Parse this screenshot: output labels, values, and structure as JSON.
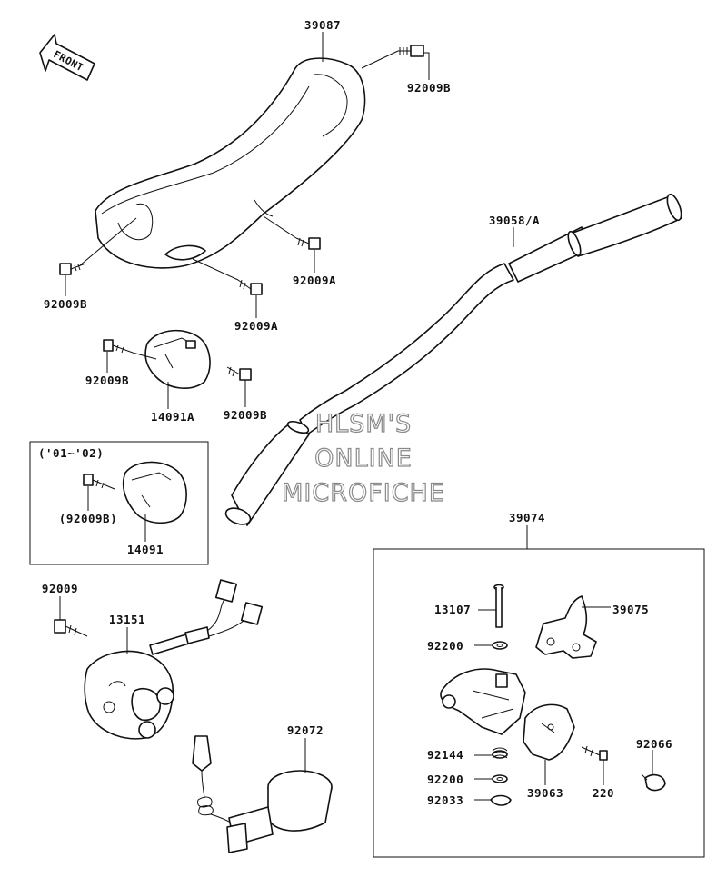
{
  "front_arrow": {
    "text": "FRONT"
  },
  "watermark": {
    "line1": "HLSM'S",
    "line2": "ONLINE",
    "line3": "MICROFICHE"
  },
  "callouts": [
    {
      "id": "39087",
      "text": "39087"
    },
    {
      "id": "92009B-a",
      "text": "92009B"
    },
    {
      "id": "92009B-b",
      "text": "92009B"
    },
    {
      "id": "92009A-a",
      "text": "92009A"
    },
    {
      "id": "92009A-b",
      "text": "92009A"
    },
    {
      "id": "39058A",
      "text": "39058/A"
    },
    {
      "id": "92009B-c",
      "text": "92009B"
    },
    {
      "id": "92009B-d",
      "text": "92009B"
    },
    {
      "id": "14091A",
      "text": "14091A"
    },
    {
      "id": "years",
      "text": "('01~'02)"
    },
    {
      "id": "92009B-e",
      "text": "(92009B)"
    },
    {
      "id": "14091",
      "text": "14091"
    },
    {
      "id": "39074",
      "text": "39074"
    },
    {
      "id": "92009",
      "text": "92009"
    },
    {
      "id": "13151",
      "text": "13151"
    },
    {
      "id": "13107",
      "text": "13107"
    },
    {
      "id": "39075",
      "text": "39075"
    },
    {
      "id": "92200-a",
      "text": "92200"
    },
    {
      "id": "92072",
      "text": "92072"
    },
    {
      "id": "92144",
      "text": "92144"
    },
    {
      "id": "92066",
      "text": "92066"
    },
    {
      "id": "92200-b",
      "text": "92200"
    },
    {
      "id": "39063",
      "text": "39063"
    },
    {
      "id": "220",
      "text": "220"
    },
    {
      "id": "92033",
      "text": "92033"
    }
  ]
}
